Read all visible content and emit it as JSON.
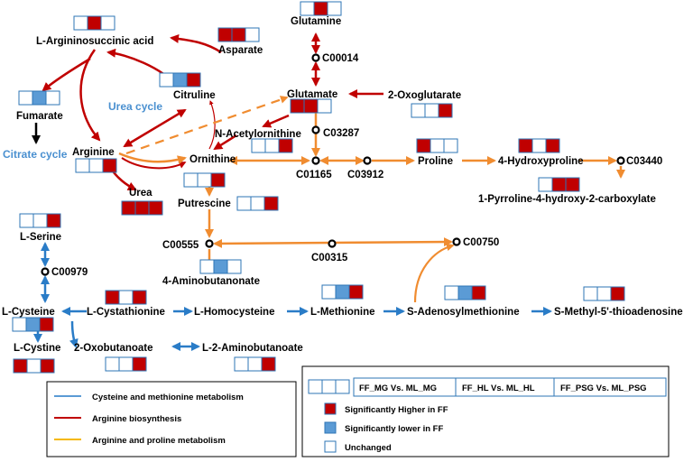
{
  "colors": {
    "high": "#c00000",
    "low": "#5b9bd5",
    "unchanged": "#ffffff",
    "box_border": "#2e75b6",
    "cysteine_methionine": "#2a7cc7",
    "arginine_biosynthesis": "#c00000",
    "arginine_proline": "#f08c30"
  },
  "node_labels": {
    "glutamine": "Glutamine",
    "c00014": "C00014",
    "asparate": "Asparate",
    "argininosuccinic": "L-Argininosuccinic  acid",
    "citruline": "Citruline",
    "glutamate": "Glutamate",
    "oxoglutarate": "2-Oxoglutarate",
    "fumarate": "Fumarate",
    "urea_cycle": "Urea cycle",
    "acetylornithine": "N-Acetylornithine",
    "c03287": "C03287",
    "citrate_cycle": "Citrate cycle",
    "arginine": "Arginine",
    "ornithine": "Ornithine",
    "c01165": "C01165",
    "c03912": "C03912",
    "proline": "Proline",
    "hydroxyproline": "4-Hydroxyproline",
    "c03440": "C03440",
    "urea": "Urea",
    "putrescine": "Putrescine",
    "pyrroline": "1-Pyrroline-4-hydroxy-2-carboxylate",
    "serine": "L-Serine",
    "c00555": "C00555",
    "c00315": "C00315",
    "c00750": "C00750",
    "c00979": "C00979",
    "aminobutanonate": "4-Aminobutanonate",
    "cysteine": "L-Cysteine",
    "cystathionine": "L-Cystathionine",
    "homocysteine": "L-Homocysteine",
    "methionine": "L-Methionine",
    "sam": "S-Adenosylmethionine",
    "mta": "S-Methyl-5'-thioadenosine",
    "cystine": "L-Cystine",
    "oxobutanoate": "2-Oxobutanoate",
    "aminobutanoate": "L-2-Aminobutanoate"
  },
  "status_boxes": {
    "argininosuccinic": [
      "unchanged",
      "high",
      "unchanged"
    ],
    "asparate": [
      "high",
      "high",
      "unchanged"
    ],
    "glutamine": [
      "unchanged",
      "high",
      "unchanged"
    ],
    "citruline": [
      "unchanged",
      "low",
      "high"
    ],
    "fumarate": [
      "unchanged",
      "low",
      "unchanged"
    ],
    "glutamate": [
      "high",
      "high",
      "unchanged"
    ],
    "oxoglutarate": [
      "unchanged",
      "unchanged",
      "high"
    ],
    "acetylornithine": [
      "unchanged",
      "unchanged",
      "high"
    ],
    "arginine": [
      "unchanged",
      "unchanged",
      "high"
    ],
    "ornithine": [
      "unchanged",
      "unchanged",
      "high"
    ],
    "proline": [
      "high",
      "unchanged",
      "unchanged"
    ],
    "hydroxyproline": [
      "high",
      "unchanged",
      "high"
    ],
    "pyrroline": [
      "unchanged",
      "high",
      "high"
    ],
    "urea": [
      "high",
      "high",
      "high"
    ],
    "putrescine": [
      "unchanged",
      "unchanged",
      "high"
    ],
    "serine": [
      "unchanged",
      "unchanged",
      "high"
    ],
    "aminobutanonate": [
      "unchanged",
      "low",
      "unchanged"
    ],
    "cystathionine": [
      "high",
      "unchanged",
      "high"
    ],
    "methionine": [
      "unchanged",
      "low",
      "high"
    ],
    "sam": [
      "unchanged",
      "low",
      "high"
    ],
    "mta": [
      "unchanged",
      "unchanged",
      "high"
    ],
    "cysteine": [
      "unchanged",
      "low",
      "high"
    ],
    "cystine": [
      "high",
      "unchanged",
      "high"
    ],
    "oxobutanoate": [
      "unchanged",
      "unchanged",
      "high"
    ],
    "aminobutanoate": [
      "unchanged",
      "unchanged",
      "high"
    ]
  },
  "legend_left": [
    {
      "label": "Cysteine and methionine metabolism",
      "color": "#2a7cc7"
    },
    {
      "label": "Arginine biosynthesis",
      "color": "#c00000"
    },
    {
      "label": "Arginine and proline metabolism",
      "color": "#f5b800"
    }
  ],
  "legend_right": {
    "comparisons": [
      "FF_MG Vs. ML_MG",
      "FF_HL Vs. ML_HL",
      "FF_PSG Vs. ML_PSG"
    ],
    "keys": [
      {
        "label": "Significantly Higher in FF",
        "status": "high"
      },
      {
        "label": "Significantly lower in FF",
        "status": "low"
      },
      {
        "label": "Unchanged",
        "status": "unchanged"
      }
    ]
  }
}
